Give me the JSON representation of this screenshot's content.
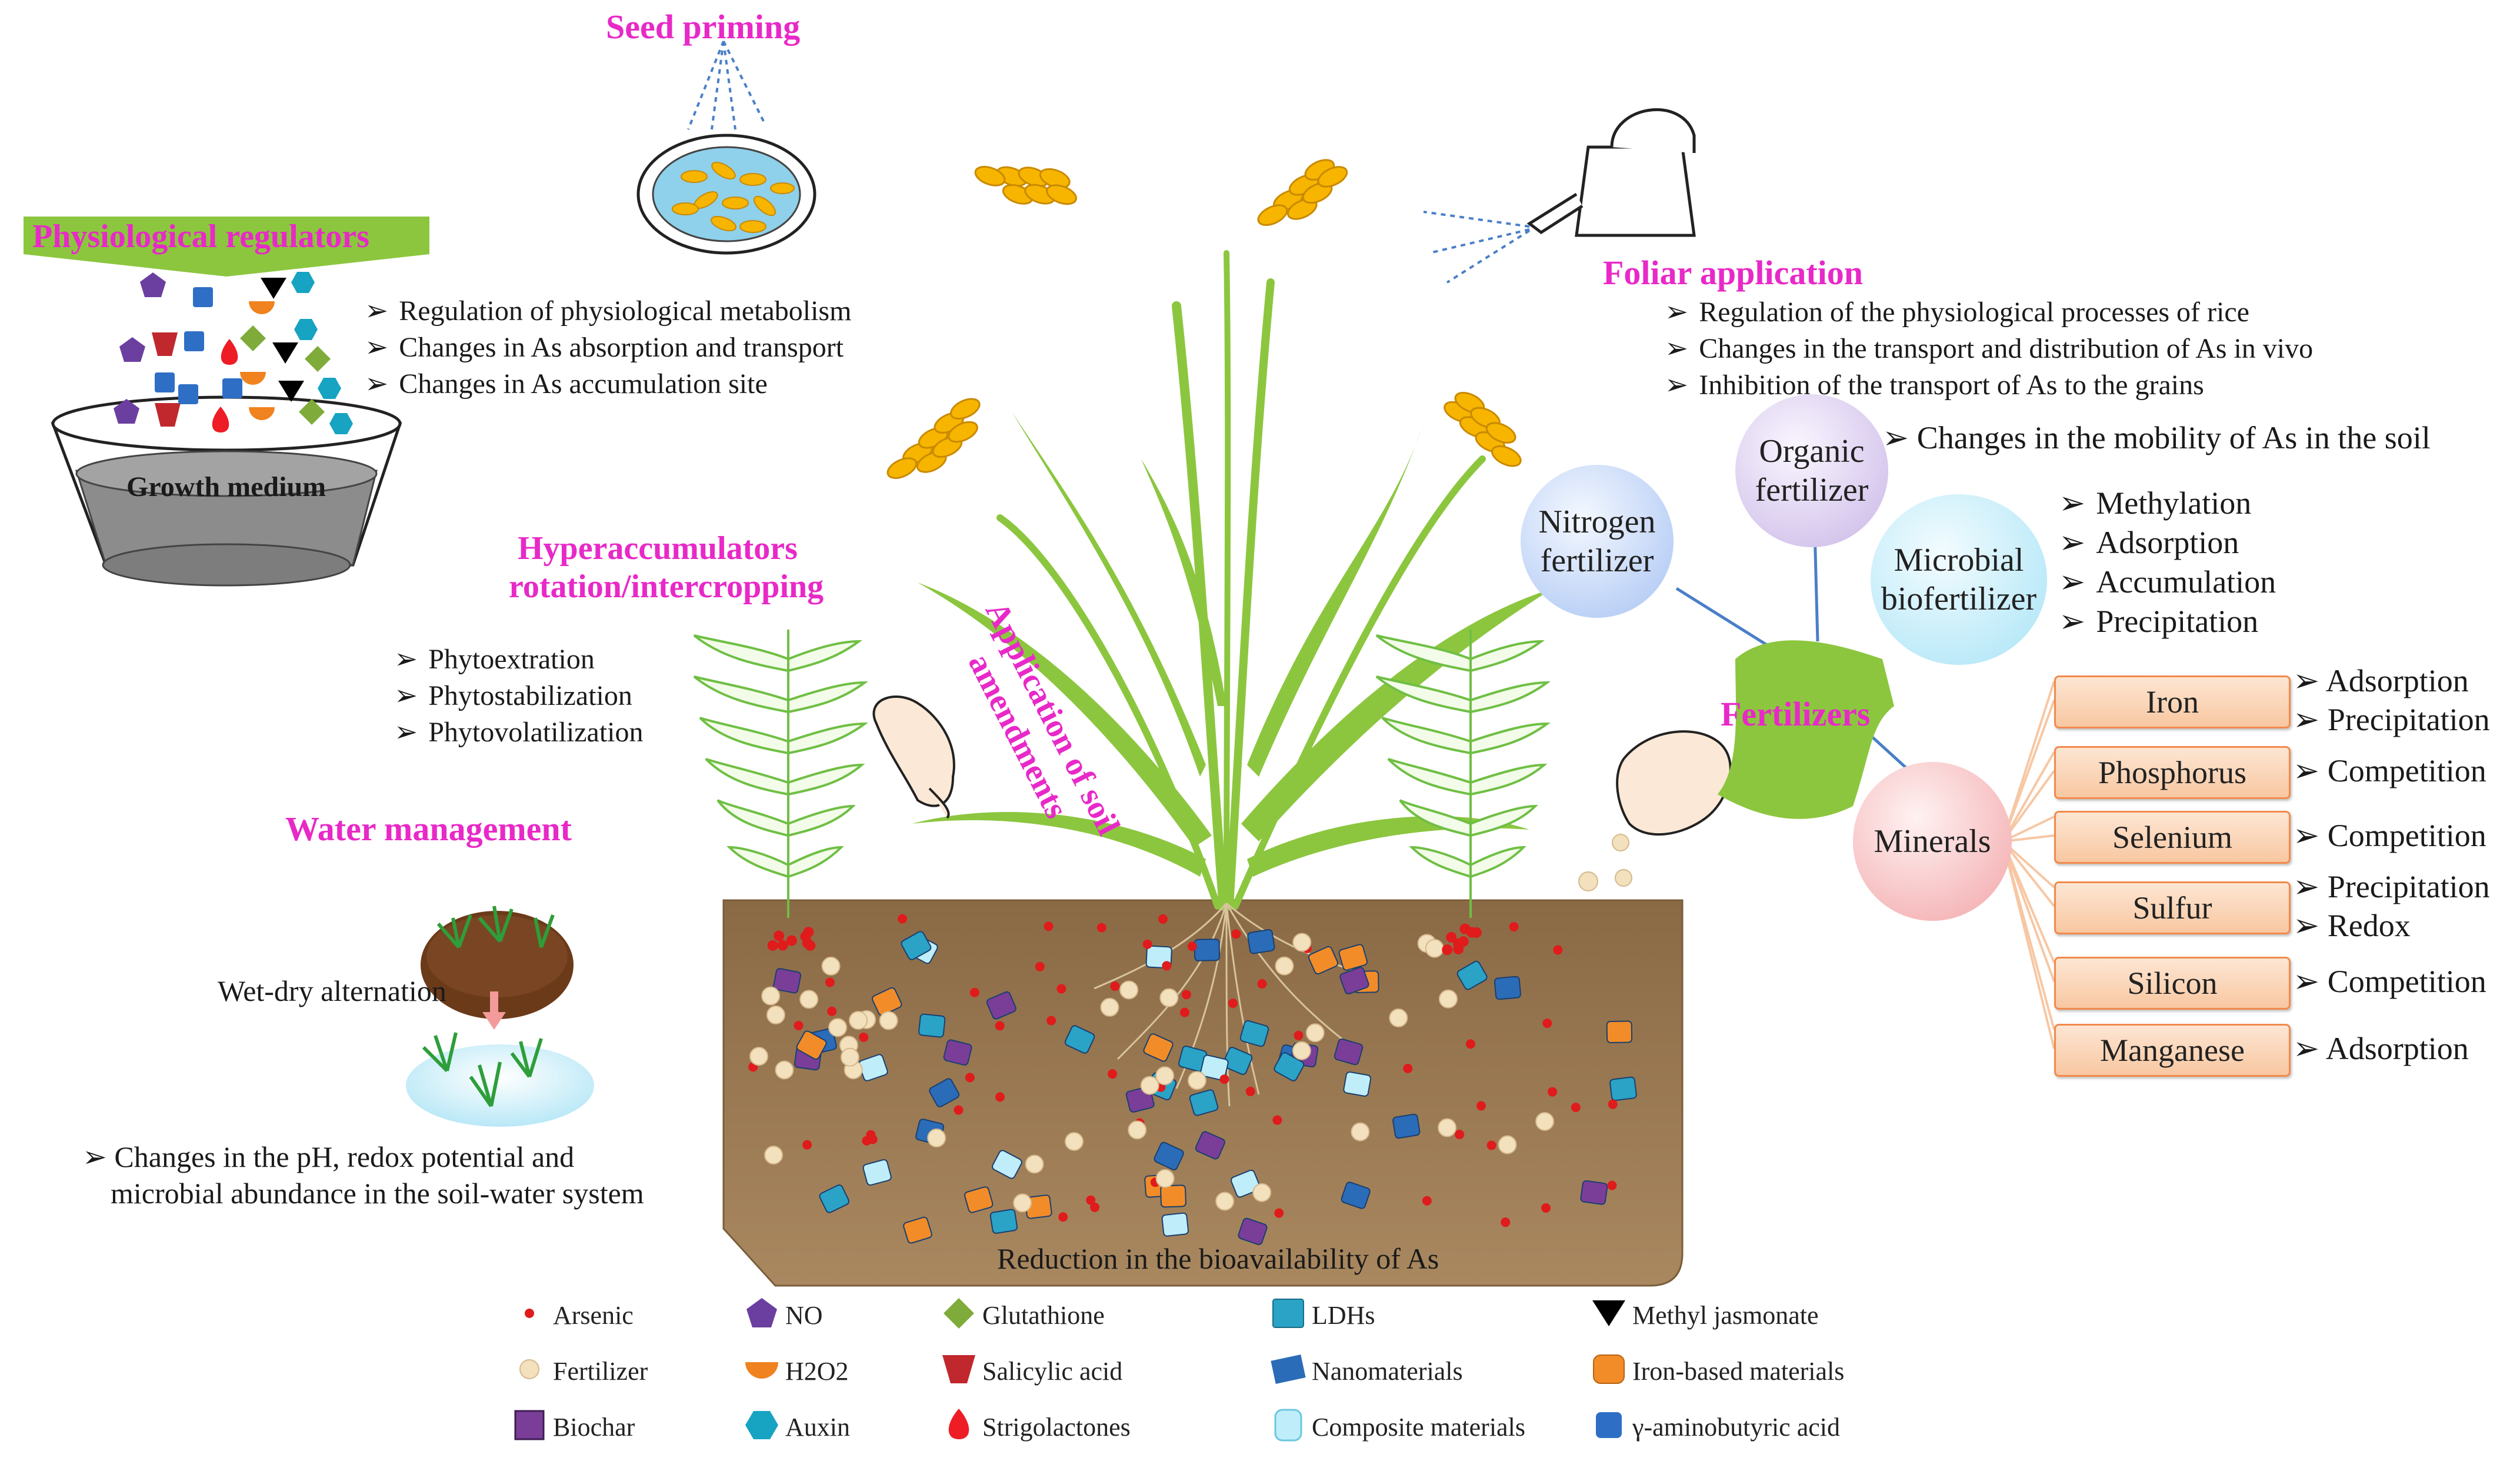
{
  "titles": {
    "seed_priming": "Seed priming",
    "physiological_regulators": "Physiological regulators",
    "foliar_application": "Foliar application",
    "hyperaccumulators": "Hyperaccumulators",
    "rotation": "rotation/intercropping",
    "soil_amendments": "Application of soil amendments",
    "water_management": "Water management",
    "fertilizers": "Fertilizers"
  },
  "growth_medium": "Growth medium",
  "physio_bullets": [
    "Regulation of physiological metabolism",
    "Changes in As absorption and transport",
    "Changes in As accumulation site"
  ],
  "foliar_bullets": [
    "Regulation of the physiological processes of rice",
    "Changes in the transport and distribution of As in vivo",
    "Inhibition of the transport of As to the grains"
  ],
  "hyper_bullets": [
    "Phytoextration",
    "Phytostabilization",
    "Phytovolatilization"
  ],
  "wetdry": "Wet-dry alternation",
  "water_bullet": [
    "Changes in the pH, redox potential and",
    "microbial abundance in the soil-water system"
  ],
  "soil_caption": "Reduction in the bioavailability of As",
  "organic": {
    "label_line1": "Organic",
    "label_line2": "fertilizer",
    "effect": "Changes in the mobility of As in the soil"
  },
  "nitrogen": {
    "line1": "Nitrogen",
    "line2": "fertilizer"
  },
  "microbial": {
    "line1": "Microbial",
    "line2": "biofertilizer",
    "effects": [
      "Methylation",
      "Adsorption",
      "Accumulation",
      "Precipitation"
    ]
  },
  "minerals": {
    "label": "Minerals",
    "items": [
      {
        "name": "Iron",
        "effects": [
          "Adsorption",
          "Precipitation"
        ]
      },
      {
        "name": "Phosphorus",
        "effects": [
          "Competition"
        ]
      },
      {
        "name": "Selenium",
        "effects": [
          "Competition"
        ]
      },
      {
        "name": "Sulfur",
        "effects": [
          "Precipitation",
          "Redox"
        ]
      },
      {
        "name": "Silicon",
        "effects": [
          "Competition"
        ]
      },
      {
        "name": "Manganese",
        "effects": [
          "Adsorption"
        ]
      }
    ]
  },
  "legend": [
    {
      "label": "Arsenic",
      "icon": "red-dot",
      "color": "#e01b1b"
    },
    {
      "label": "Fertilizer",
      "icon": "cream-dot",
      "color": "#f3e0bd"
    },
    {
      "label": "Biochar",
      "icon": "purple-square",
      "color": "#7a3e98"
    },
    {
      "label": "NO",
      "icon": "purple-pentagon",
      "color": "#6b3fa0"
    },
    {
      "label": "H2O2",
      "icon": "orange-half-disc",
      "color": "#f0821f"
    },
    {
      "label": "Auxin",
      "icon": "teal-hexagon",
      "color": "#17a3c2"
    },
    {
      "label": "Glutathione",
      "icon": "green-diamond",
      "color": "#7fab3a"
    },
    {
      "label": "Salicylic acid",
      "icon": "red-trapezoid",
      "color": "#c0282d"
    },
    {
      "label": "Strigolactones",
      "icon": "red-drop",
      "color": "#ee1c24"
    },
    {
      "label": "LDHs",
      "icon": "teal-cube",
      "color": "#2aa3c6"
    },
    {
      "label": "Nanomaterials",
      "icon": "blue-tilted-square",
      "color": "#2b6cb8"
    },
    {
      "label": "Composite materials",
      "icon": "lightblue-cylinder",
      "color": "#bfeefa"
    },
    {
      "label": "Methyl jasmonate",
      "icon": "black-triangle",
      "color": "#000000"
    },
    {
      "label": "Iron-based materials",
      "icon": "orange-cylinder",
      "color": "#f28c28"
    },
    {
      "label": "γ-aminobutyric acid",
      "icon": "blue-rounded-square",
      "color": "#2e6fc5"
    }
  ],
  "colors": {
    "title_magenta": "#e829c8",
    "leaf_green": "#8cc63f",
    "soil_brown": "#9c7a55",
    "grain_gold": "#f7b500"
  }
}
